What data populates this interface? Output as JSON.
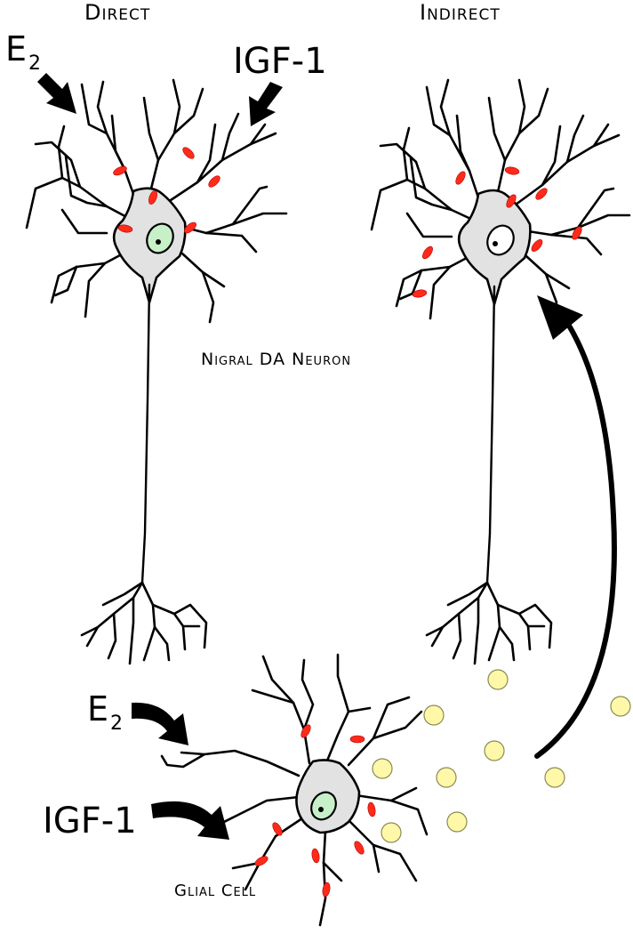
{
  "labels": {
    "direct": "Direct",
    "indirect": "Indirect",
    "neuron": "Nigral DA Neuron",
    "glial": "Glial Cell",
    "e2_main": "E",
    "e2_sub": "2",
    "igf_top": "IGF-1",
    "e2_glial_main": "E",
    "e2_glial_sub": "2",
    "igf_glial": "IGF-1"
  },
  "colors": {
    "receptor": "#ff2a1a",
    "soma": "#e2e2e2",
    "direct_nucleus": "#c8f0c8",
    "indirect_nucleus": "#ffffff",
    "glial_nucleus": "#c8f0c8",
    "factor": "#fff8a8",
    "line": "#000000"
  },
  "icons": {
    "stimulus_arrow": "bold-arrow-icon",
    "signal_arrow": "curved-arrow-icon",
    "receptor": "receptor-icon",
    "factor": "secreted-factor-icon"
  }
}
